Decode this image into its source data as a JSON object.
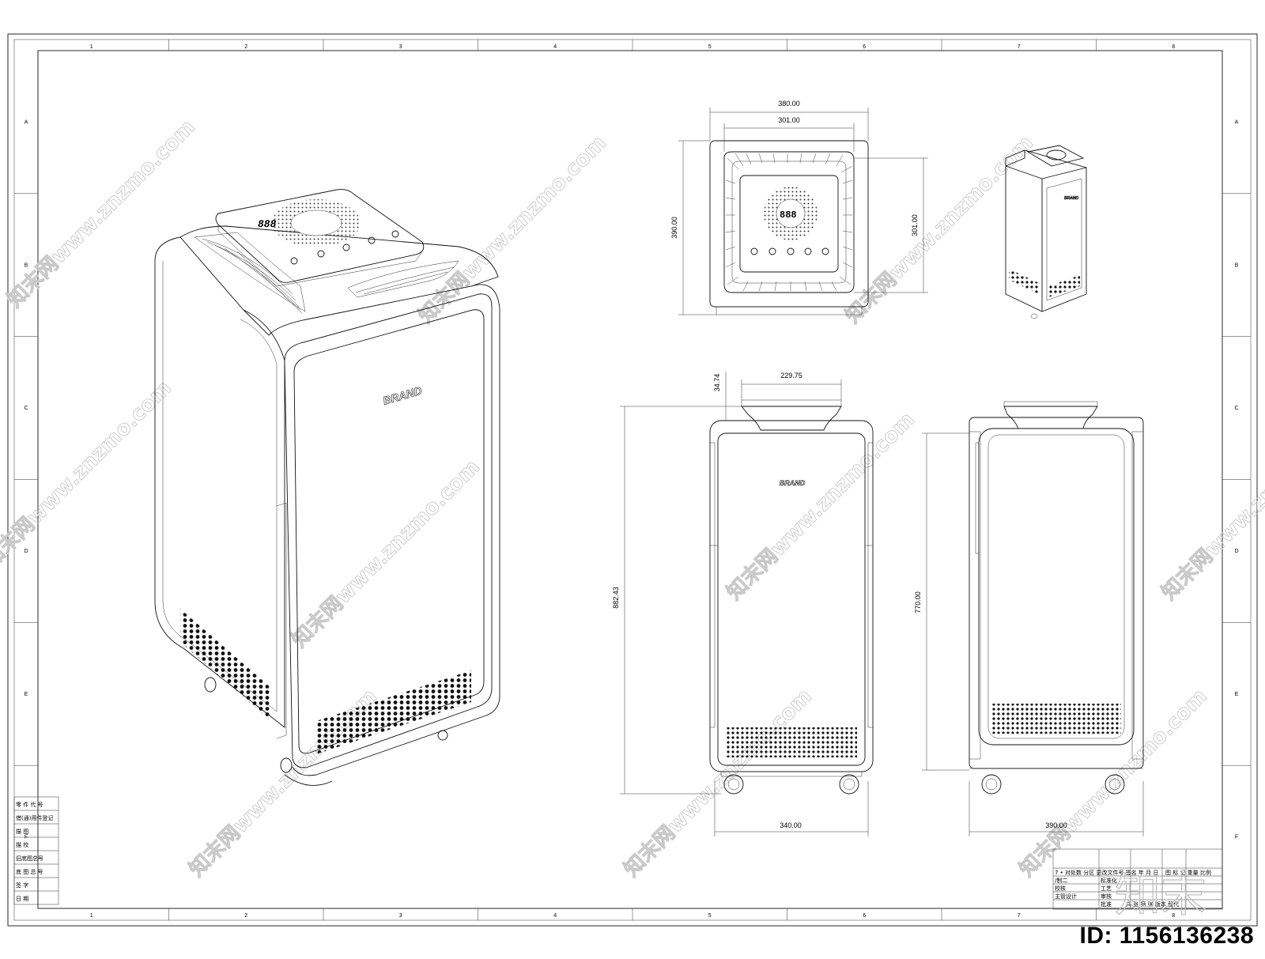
{
  "drawing": {
    "zones_columns": [
      "1",
      "2",
      "3",
      "4",
      "5",
      "6",
      "7",
      "8"
    ],
    "zones_rows": [
      "A",
      "B",
      "C",
      "D",
      "E",
      "F"
    ],
    "brand_label": "BRAND",
    "display_digits": "888",
    "dimensions": {
      "top_overall_width": "380.00",
      "top_inner_width": "301.00",
      "top_depth_left": "390.00",
      "top_depth_right": "301.00",
      "outlet_width": "229.75",
      "outlet_height": "34.74",
      "front_height": "882.43",
      "front_width": "340.00",
      "side_height": "770.00",
      "side_width": "390.00"
    },
    "revision_block": [
      "零 件 代 号",
      "借(通)用件登记",
      "描    图",
      "描    校",
      "旧底图总号",
      "底 图 总 号",
      "签    字",
      "日    期"
    ],
    "title_block": {
      "row1": "7 • 对处数 分区 更改文件号 签名 年 月 日",
      "row1_right": "图 标 记 重量 比例",
      "row2_left": "/制二",
      "row2_mid": "标准化",
      "row3_left": "校核",
      "row3_mid": "工艺",
      "row4_left": "主管设计",
      "row4_mid": "审核",
      "row5_mid": "批准",
      "row5_right": "共   张 第 张 版本    替代"
    },
    "watermark_text": "知末网www.znzmo.com",
    "logo_text": "知末",
    "id_label": "ID: 1156136238"
  }
}
